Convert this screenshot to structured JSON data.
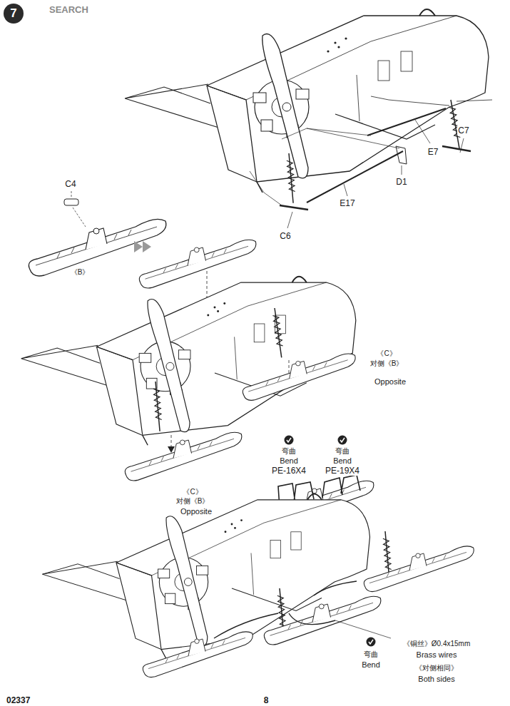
{
  "diagram": {
    "nodes": [
      {
        "text": [
          "7"
        ]
      }
    ],
    "labels": [
      "SEARCH",
      "C7",
      "E7",
      "D1",
      "E17",
      "C4",
      "C6",
      "《B》",
      "《C》",
      "对侧《B》",
      "Opposite",
      "《C》",
      "对侧《B》",
      "Opposite",
      "弯曲",
      "Bend",
      "PE-16X4",
      "弯曲",
      "Bend",
      "PE-19X4",
      "《铜丝》Ø0.4x15mm",
      "Brass wires",
      "《对侧相同》",
      "Both sides",
      "弯曲",
      "Bend",
      "02337",
      "8"
    ]
  }
}
